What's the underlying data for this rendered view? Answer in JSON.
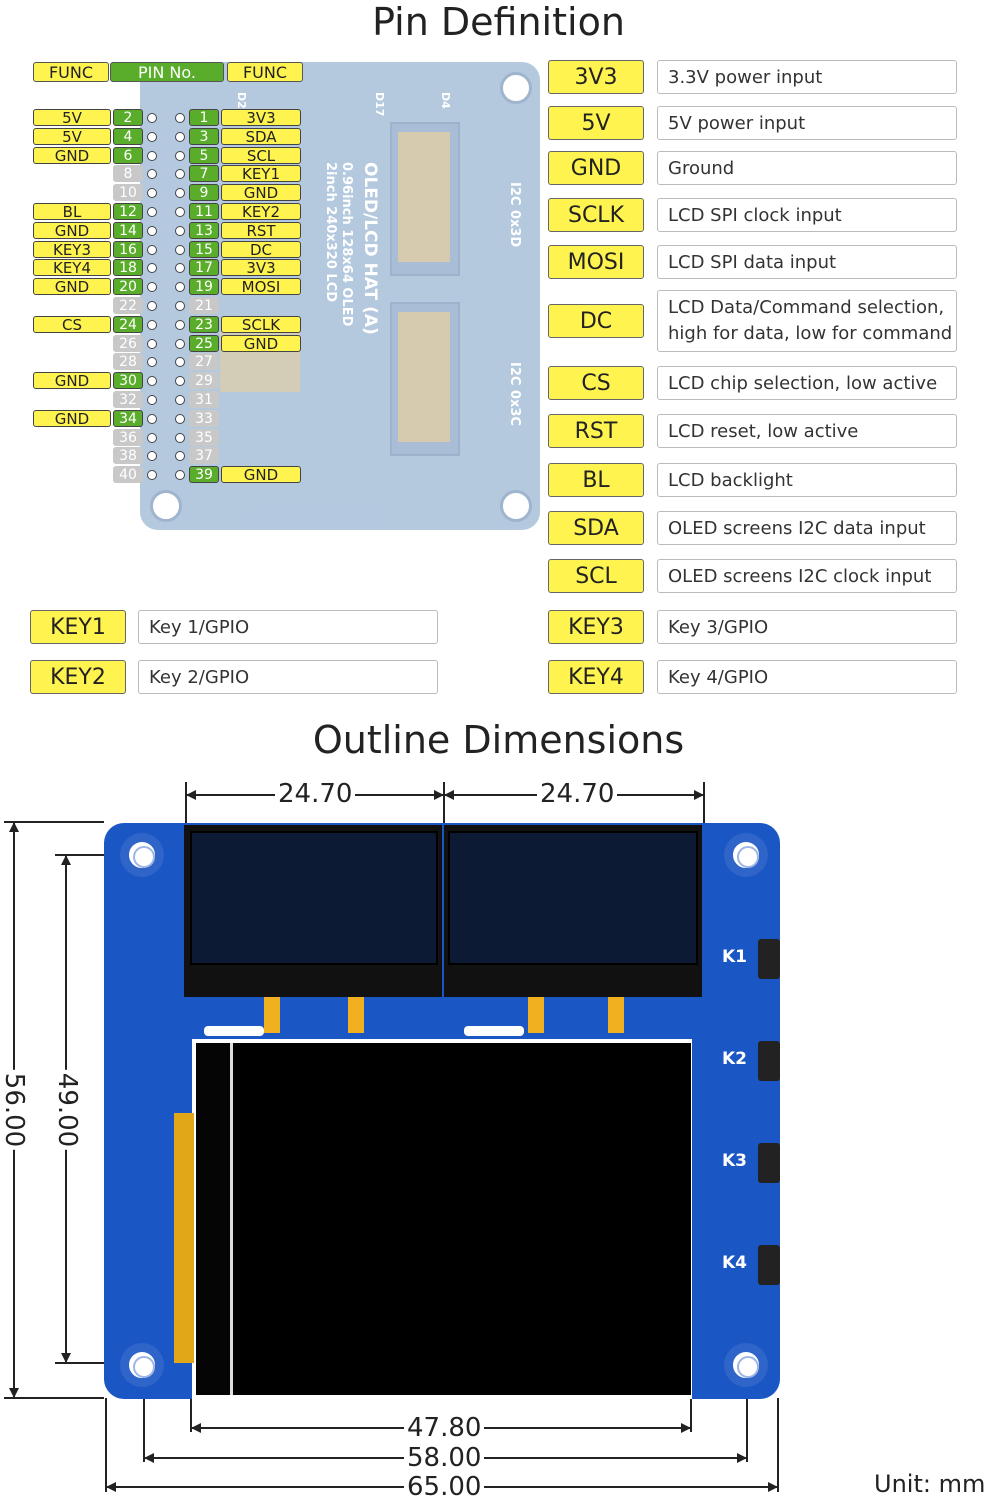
{
  "pin_section": {
    "title": "Pin Definition",
    "header": {
      "func_left": "FUNC",
      "pin_no": "PIN No.",
      "func_right": "FUNC"
    },
    "board_text": {
      "name": "OLED/LCD HAT (A)",
      "line1": "0.96inch 128x64 OLED",
      "line2": "2inch 240x320 LCD",
      "i2c1": "I2C 0x3D",
      "i2c2": "I2C 0x3C",
      "d20": "D20",
      "d17": "D17",
      "d4": "D4"
    },
    "rows": [
      {
        "left_func": "5V",
        "left_pin": "2",
        "left_active": true,
        "right_pin": "1",
        "right_active": true,
        "right_func": "3V3"
      },
      {
        "left_func": "5V",
        "left_pin": "4",
        "left_active": true,
        "right_pin": "3",
        "right_active": true,
        "right_func": "SDA"
      },
      {
        "left_func": "GND",
        "left_pin": "6",
        "left_active": true,
        "right_pin": "5",
        "right_active": true,
        "right_func": "SCL"
      },
      {
        "left_func": "",
        "left_pin": "8",
        "left_active": false,
        "right_pin": "7",
        "right_active": true,
        "right_func": "KEY1"
      },
      {
        "left_func": "",
        "left_pin": "10",
        "left_active": false,
        "right_pin": "9",
        "right_active": true,
        "right_func": "GND"
      },
      {
        "left_func": "BL",
        "left_pin": "12",
        "left_active": true,
        "right_pin": "11",
        "right_active": true,
        "right_func": "KEY2"
      },
      {
        "left_func": "GND",
        "left_pin": "14",
        "left_active": true,
        "right_pin": "13",
        "right_active": true,
        "right_func": "RST"
      },
      {
        "left_func": "KEY3",
        "left_pin": "16",
        "left_active": true,
        "right_pin": "15",
        "right_active": true,
        "right_func": "DC"
      },
      {
        "left_func": "KEY4",
        "left_pin": "18",
        "left_active": true,
        "right_pin": "17",
        "right_active": true,
        "right_func": "3V3"
      },
      {
        "left_func": "GND",
        "left_pin": "20",
        "left_active": true,
        "right_pin": "19",
        "right_active": true,
        "right_func": "MOSI"
      },
      {
        "left_func": "",
        "left_pin": "22",
        "left_active": false,
        "right_pin": "21",
        "right_active": false,
        "right_func": ""
      },
      {
        "left_func": "CS",
        "left_pin": "24",
        "left_active": true,
        "right_pin": "23",
        "right_active": true,
        "right_func": "SCLK"
      },
      {
        "left_func": "",
        "left_pin": "26",
        "left_active": false,
        "right_pin": "25",
        "right_active": true,
        "right_func": "GND"
      },
      {
        "left_func": "",
        "left_pin": "28",
        "left_active": false,
        "right_pin": "27",
        "right_active": false,
        "right_func": ""
      },
      {
        "left_func": "GND",
        "left_pin": "30",
        "left_active": true,
        "right_pin": "29",
        "right_active": false,
        "right_func": ""
      },
      {
        "left_func": "",
        "left_pin": "32",
        "left_active": false,
        "right_pin": "31",
        "right_active": false,
        "right_func": ""
      },
      {
        "left_func": "GND",
        "left_pin": "34",
        "left_active": true,
        "right_pin": "33",
        "right_active": false,
        "right_func": ""
      },
      {
        "left_func": "",
        "left_pin": "36",
        "left_active": false,
        "right_pin": "35",
        "right_active": false,
        "right_func": ""
      },
      {
        "left_func": "",
        "left_pin": "38",
        "left_active": false,
        "right_pin": "37",
        "right_active": false,
        "right_func": ""
      },
      {
        "left_func": "",
        "left_pin": "40",
        "left_active": false,
        "right_pin": "39",
        "right_active": true,
        "right_func": "GND"
      }
    ],
    "legend_right": [
      {
        "key": "3V3",
        "desc": "3.3V power input"
      },
      {
        "key": "5V",
        "desc": "5V power input"
      },
      {
        "key": "GND",
        "desc": "Ground"
      },
      {
        "key": "SCLK",
        "desc": "LCD SPI clock input"
      },
      {
        "key": "MOSI",
        "desc": "LCD SPI data input"
      },
      {
        "key": "DC",
        "desc": "LCD Data/Command selection, high for data, low for command"
      },
      {
        "key": "CS",
        "desc": "LCD chip selection, low active"
      },
      {
        "key": "RST",
        "desc": "LCD reset, low active"
      },
      {
        "key": "BL",
        "desc": "LCD backlight"
      },
      {
        "key": "SDA",
        "desc": "OLED screens I2C data input"
      },
      {
        "key": "SCL",
        "desc": "OLED screens I2C clock input"
      }
    ],
    "legend_bottom": [
      {
        "key": "KEY1",
        "desc": "Key 1/GPIO"
      },
      {
        "key": "KEY2",
        "desc": "Key 2/GPIO"
      },
      {
        "key": "KEY3",
        "desc": "Key 3/GPIO"
      },
      {
        "key": "KEY4",
        "desc": "Key 4/GPIO"
      }
    ]
  },
  "outline_section": {
    "title": "Outline Dimensions",
    "dims": {
      "oled_left": "24.70",
      "oled_right": "24.70",
      "height_total": "56.00",
      "height_holes": "49.00",
      "lcd_width": "47.80",
      "hole_span": "58.00",
      "width_total": "65.00"
    },
    "keys": [
      "K1",
      "K2",
      "K3",
      "K4"
    ],
    "unit": "Unit: mm"
  },
  "colors": {
    "label_yellow": "#fff44f",
    "pin_green": "#5aad2a",
    "pin_gray": "#c8c8c8",
    "board_blue": "#1a56c4"
  }
}
